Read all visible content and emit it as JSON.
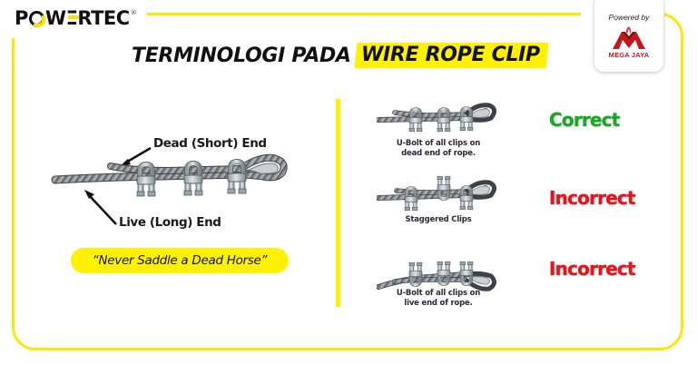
{
  "brand": {
    "name_parts": [
      "P",
      "W",
      "RTEC"
    ],
    "registered_mark": "®"
  },
  "badge": {
    "powered_by": "Powered by",
    "partner_name": "MEGA JAYA"
  },
  "header": {
    "title_plain": "TERMINOLOGI PADA",
    "title_highlight": "WIRE ROPE CLIP"
  },
  "diagram": {
    "dead_end_label": "Dead (Short) End",
    "live_end_label": "Live (Long) End",
    "motto": "“Never Saddle a Dead Horse”"
  },
  "cases": [
    {
      "caption_line1": "U-Bolt of all clips on",
      "caption_line2": "dead end of rope.",
      "verdict": "Correct",
      "verdict_color": "#18a824"
    },
    {
      "caption_line1": "Staggered Clips",
      "caption_line2": "",
      "verdict": "Incorrect",
      "verdict_color": "#e8141b"
    },
    {
      "caption_line1": "U-Bolt of all clips on",
      "caption_line2": "live end of rope.",
      "verdict": "Incorrect",
      "verdict_color": "#e8141b"
    }
  ],
  "colors": {
    "accent_yellow": "#fff100",
    "frame_yellow": "#ffe800",
    "correct_green": "#18a824",
    "incorrect_red": "#e8141b",
    "partner_red": "#c4161c"
  }
}
